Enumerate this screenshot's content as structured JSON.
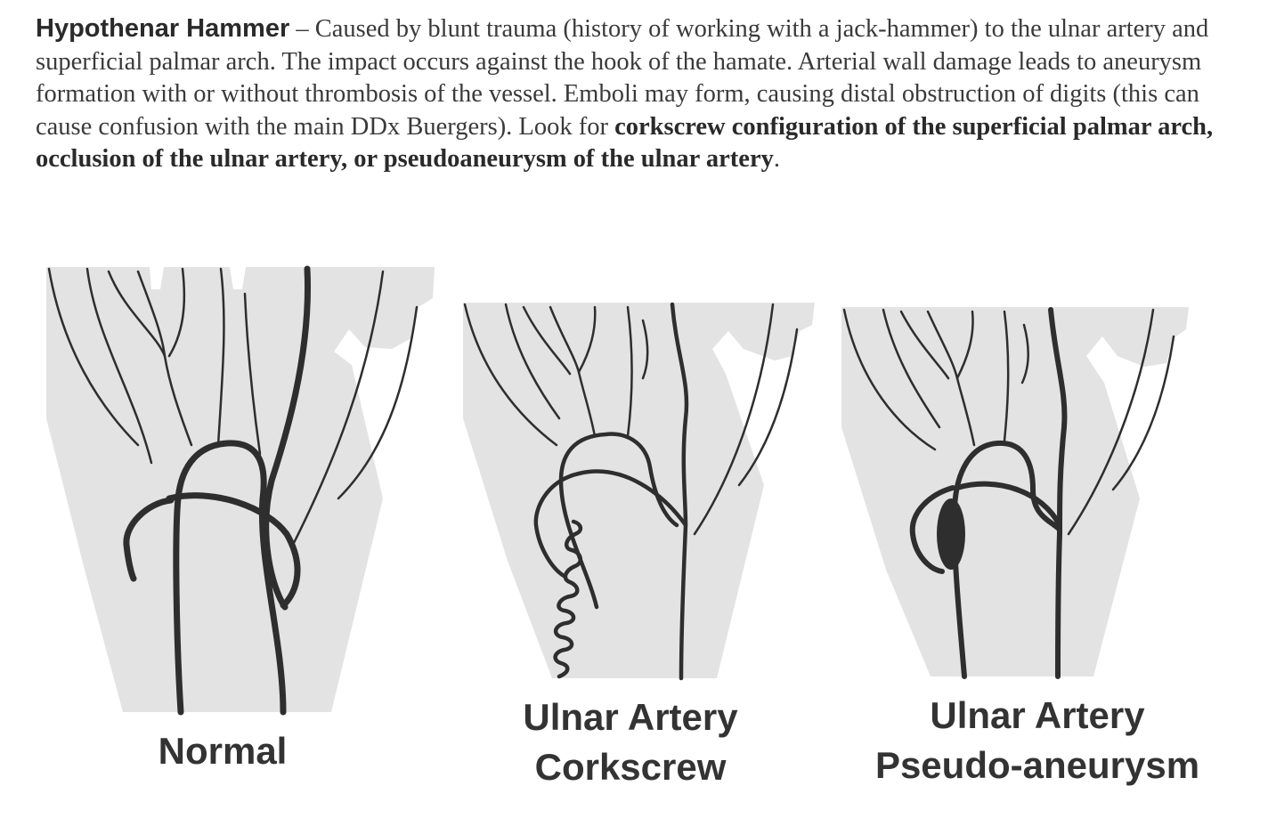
{
  "paragraph": {
    "lead": "Hypothenar Hammer",
    "text1": " – Caused by blunt trauma (history of working with a jack-hammer) to the ulnar artery and superficial palmar arch.  The impact occurs against the hook of the hamate. Arterial wall damage leads to aneurysm formation with or without thrombosis of the vessel. Emboli may form, causing distal obstruction of digits (this can cause confusion with the main DDx Buergers). Look for ",
    "bold": "corkscrew configuration of the superficial palmar arch, occlusion of the ulnar artery, or pseudoaneurysm of the ulnar artery",
    "text2": "."
  },
  "figures": [
    {
      "caption_lines": [
        "Normal"
      ]
    },
    {
      "caption_lines": [
        "Ulnar Artery",
        "Corkscrew"
      ]
    },
    {
      "caption_lines": [
        "Ulnar Artery",
        "Pseudo-aneurysm"
      ]
    }
  ],
  "colors": {
    "hand_fill": "#e3e3e3",
    "vessel": "#2e2e2e",
    "text": "#333333"
  }
}
